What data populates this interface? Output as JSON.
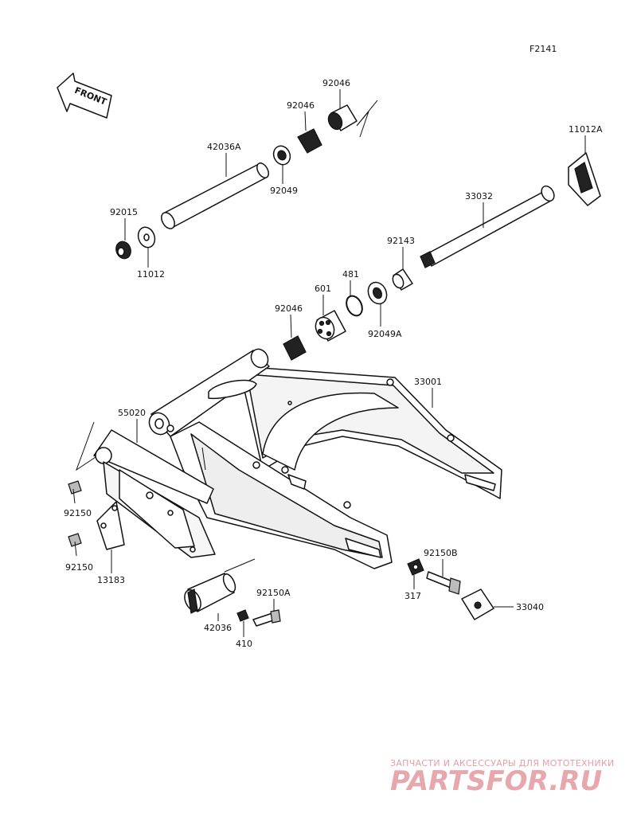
{
  "figure_code": "F2141",
  "front_label": "FRONT",
  "watermark": {
    "line1": "ЗАПЧАСТИ И АКСЕССУАРЫ ДЛЯ МОТОТЕХНИКИ",
    "line2": "PARTSFOR.RU"
  },
  "callouts": {
    "p92046_top": "92046",
    "p92046_mid": "92046",
    "p42036A": "42036A",
    "p92049": "92049",
    "p92015": "92015",
    "p11012": "11012",
    "p11012A": "11012A",
    "p33032": "33032",
    "p92143": "92143",
    "p481": "481",
    "p601": "601",
    "p92046_low": "92046",
    "p92049A": "92049A",
    "p33001": "33001",
    "p55020": "55020",
    "p92150_a": "92150",
    "p92150_b": "92150",
    "p13183": "13183",
    "p92150B": "92150B",
    "p317": "317",
    "p33040": "33040",
    "p92150A": "92150A",
    "p42036": "42036",
    "p410": "410"
  }
}
